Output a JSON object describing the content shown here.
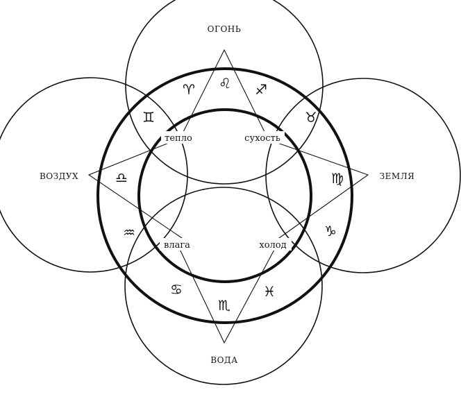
{
  "elements": {
    "fire": "ОГОНЬ",
    "earth": "ЗЕМЛЯ",
    "water": "ВОДА",
    "air": "ВОЗДУХ"
  },
  "qualities": {
    "heat": "тепло",
    "dryness": "сухость",
    "moisture": "влага",
    "cold": "холод"
  },
  "signs": {
    "aries": "♈",
    "leo": "♌",
    "sagittarius": "♐",
    "taurus": "♉",
    "virgo": "♍",
    "capricorn": "♑",
    "cancer": "♋",
    "scorpio": "♏",
    "pisces": "♓",
    "gemini": "♊",
    "libra": "♎",
    "aquarius": "♒"
  }
}
